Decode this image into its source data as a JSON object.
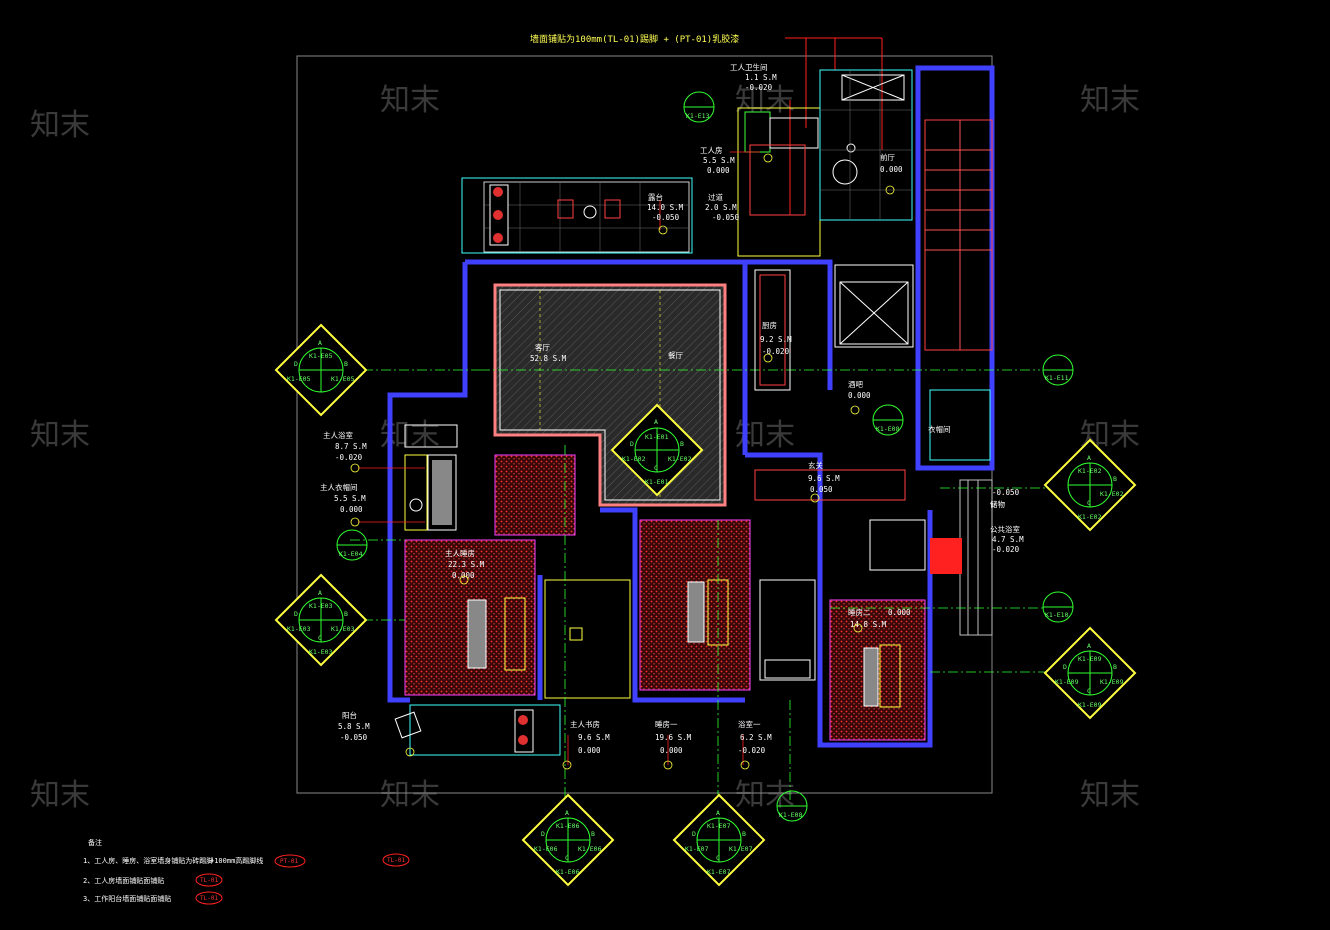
{
  "title": "墙面铺贴为100mm(TL-01)踢脚 + (PT-01)乳胶漆",
  "watermark": "知末",
  "rooms": [
    {
      "name": "工人卫生间",
      "area": "1.1 S.M",
      "level": "-0.020"
    },
    {
      "name": "工人房",
      "area": "5.5 S.M",
      "level": "0.000"
    },
    {
      "name": "过道",
      "area": "2.0 S.M",
      "level": "-0.050"
    },
    {
      "name": "露台",
      "area": "14.0 S.M",
      "level": "-0.050"
    },
    {
      "name": "客厅",
      "area": "52.8 S.M",
      "level": ""
    },
    {
      "name": "餐厅",
      "area": "",
      "level": ""
    },
    {
      "name": "厨房",
      "area": "9.2 S.M",
      "level": "-0.020"
    },
    {
      "name": "酒吧",
      "area": "",
      "level": "0.000"
    },
    {
      "name": "玄关",
      "area": "9.6 S.M",
      "level": "0.050"
    },
    {
      "name": "衣帽间",
      "area": "",
      "level": ""
    },
    {
      "name": "前厅",
      "area": "",
      "level": "0.000"
    },
    {
      "name": "主人浴室",
      "area": "8.7 S.M",
      "level": "-0.020"
    },
    {
      "name": "主人衣帽间",
      "area": "5.5 S.M",
      "level": "0.000"
    },
    {
      "name": "主人睡房",
      "area": "22.3 S.M",
      "level": "0.000"
    },
    {
      "name": "主人书房",
      "area": "9.6 S.M",
      "level": "0.000"
    },
    {
      "name": "睡房一",
      "area": "19.6 S.M",
      "level": "0.000"
    },
    {
      "name": "浴室一",
      "area": "6.2 S.M",
      "level": "-0.020"
    },
    {
      "name": "睡房二",
      "area": "14.8 S.M",
      "level": "0.000"
    },
    {
      "name": "公共浴室",
      "area": "4.7 S.M",
      "level": "-0.020"
    },
    {
      "name": "阳台",
      "area": "5.8 S.M",
      "level": "-0.050"
    },
    {
      "name": "储物",
      "area": "",
      "level": "-0.050"
    }
  ],
  "elevation_markers": [
    {
      "id": "K1-E01",
      "letters": [
        "A",
        "B",
        "C",
        "D"
      ],
      "labels": [
        "K1-E01",
        "K1-E02",
        "K1-E01",
        "K1-E02"
      ]
    },
    {
      "id": "K1-E05",
      "letters": [
        "A",
        "B",
        "D"
      ],
      "labels": [
        "K1-E05",
        "K1-E05",
        "K1-E05"
      ]
    },
    {
      "id": "K1-E03",
      "letters": [
        "A",
        "B",
        "C",
        "D"
      ],
      "labels": [
        "K1-E03",
        "K1-E03",
        "K1-E03",
        "K1-E03"
      ]
    },
    {
      "id": "K1-E02R",
      "letters": [
        "A",
        "B",
        "C"
      ],
      "labels": [
        "K1-E02",
        "K1-E02",
        "K1-E02"
      ]
    },
    {
      "id": "K1-E09",
      "letters": [
        "A",
        "B",
        "C",
        "D"
      ],
      "labels": [
        "K1-E09",
        "K1-E09",
        "K1-E09",
        "K1-E09"
      ]
    },
    {
      "id": "K1-E06",
      "letters": [
        "A",
        "B",
        "C",
        "D"
      ],
      "labels": [
        "K1-E06",
        "K1-E06",
        "K1-E06",
        "K1-E06"
      ]
    },
    {
      "id": "K1-E07",
      "letters": [
        "A",
        "B",
        "C",
        "D"
      ],
      "labels": [
        "K1-E07",
        "K1-E07",
        "K1-E07",
        "K1-E07"
      ]
    }
  ],
  "circle_markers": [
    "K1-E13",
    "K1-E04",
    "K1-E11",
    "K1-E10",
    "K1-E08",
    "K1-E08"
  ],
  "notes": {
    "heading": "备注",
    "lines": [
      "1、工人房、睡房、浴室墙身铺贴为砖踢脚",
      "2、工人房墙面铺贴面铺贴",
      "3、工作阳台墙面铺贴面铺贴"
    ],
    "extra": "+100mm高踢脚线",
    "tags": [
      "PT-01",
      "TL-01",
      "TL-01",
      "TL-01"
    ]
  },
  "colors": {
    "wall": "#4040ff",
    "line_red": "#ff2020",
    "line_green": "#30ff30",
    "line_yellow": "#ffff40",
    "line_cyan": "#40ffff",
    "line_magenta": "#ff40ff"
  }
}
